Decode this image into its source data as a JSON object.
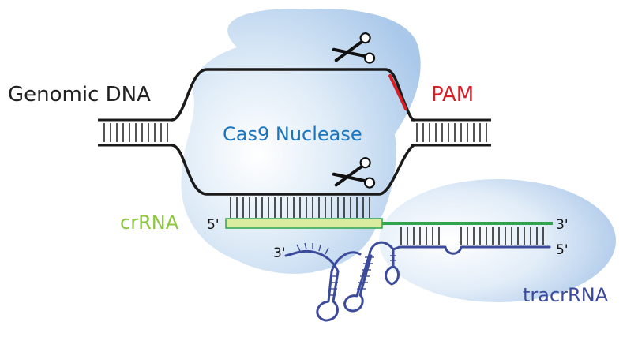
{
  "labels": {
    "genomic_dna": "Genomic DNA",
    "pam": "PAM",
    "cas9": "Cas9 Nuclease",
    "crrna": "crRNA",
    "tracrrna": "tracrRNA",
    "five_prime_top": "5'",
    "three_prime_top": "3'",
    "five_prime_bottom": "5'",
    "three_prime_loop": "3'"
  },
  "colors": {
    "dna": "#1a1a1a",
    "pam": "#d41f26",
    "cas9_text": "#1b75bc",
    "crrna_text": "#8cc63f",
    "crrna_fill": "#d9ec9f",
    "crrna_line": "#2ea44f",
    "tracrrna": "#3b4a9a",
    "blob": "#b9d4ee"
  },
  "icons": [
    "scissors-icon",
    "scissors-icon"
  ]
}
